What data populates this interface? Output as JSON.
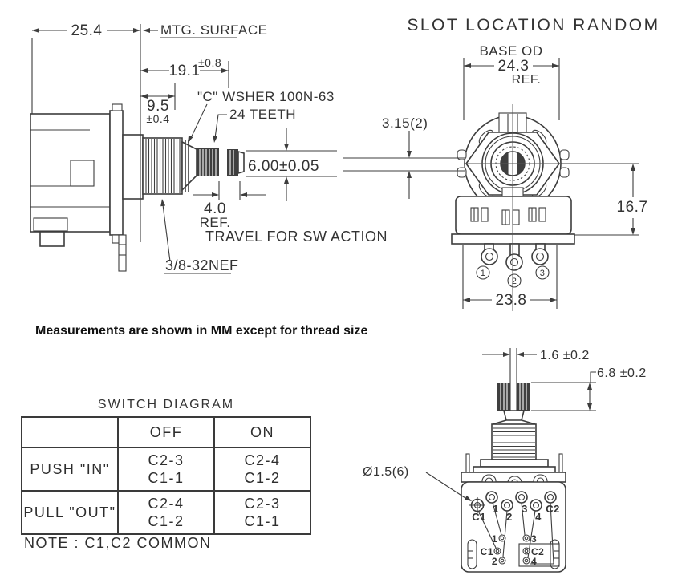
{
  "note": "Measurements are shown in MM except for thread size",
  "side_view": {
    "dim_body_width": "25.4",
    "mtg_surface_label": "MTG. SURFACE",
    "dim_shaft_len": "19.1",
    "tol_shaft_len": "±0.8",
    "dim_bushing": "9.5",
    "tol_bushing": "±0.4",
    "washer_label": "\"C\" WSHER 100N-63",
    "teeth_label": "24 TEETH",
    "dim_knurl_dia": "6.00±0.05",
    "dim_travel": "4.0",
    "travel_ref": "REF.",
    "travel_label": "TRAVEL FOR SW ACTION",
    "thread_label": "3/8-32NEF"
  },
  "front_view": {
    "title": "SLOT LOCATION RANDOM",
    "base_od_label": "BASE OD",
    "dim_base_od": "24.3",
    "base_od_ref": "REF.",
    "dim_slot": "3.15(2)",
    "dim_height": "16.7",
    "dim_terminal_span": "23.8",
    "terminals": [
      "1",
      "2",
      "3"
    ]
  },
  "switch_table": {
    "title": "SWITCH DIAGRAM",
    "columns": [
      "OFF",
      "ON"
    ],
    "rows": [
      {
        "label": "PUSH \"IN\"",
        "off": [
          "C2-3",
          "C1-1"
        ],
        "on": [
          "C2-4",
          "C1-2"
        ]
      },
      {
        "label": "PULL \"OUT\"",
        "off": [
          "C2-4",
          "C1-2"
        ],
        "on": [
          "C2-3",
          "C1-1"
        ]
      }
    ],
    "note": "NOTE : C1,C2 COMMON"
  },
  "bottom_view": {
    "dim_slot_width": "1.6 ±0.2",
    "dim_knurl_height": "6.8 ±0.2",
    "dim_hole": "Ø1.5(6)",
    "pad_labels": [
      "C1",
      "1",
      "2",
      "3",
      "4",
      "C2"
    ],
    "left_pin_labels": [
      "1",
      "C1",
      "2"
    ],
    "right_pin_labels": [
      "3",
      "C2",
      "4"
    ]
  }
}
